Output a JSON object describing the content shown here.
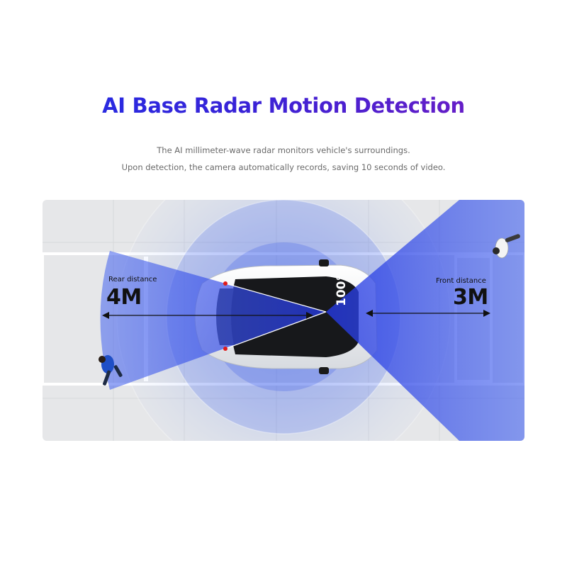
{
  "header": {
    "title": "AI Base Radar Motion Detection",
    "subtitle_line1": "The AI millimeter-wave radar monitors vehicle's surroundings.",
    "subtitle_line2": "Upon detection, the camera automatically records, saving 10 seconds of video."
  },
  "diagram": {
    "rear_label": "Rear distance",
    "rear_value": "4M",
    "front_label": "Front distance",
    "front_value": "3M",
    "angle": "100°",
    "colors": {
      "radar_blue": "#1f3ee0",
      "radar_light": "#6f8cf2",
      "car_body": "#f2f3f5",
      "car_glass": "#1a1a1a"
    }
  }
}
